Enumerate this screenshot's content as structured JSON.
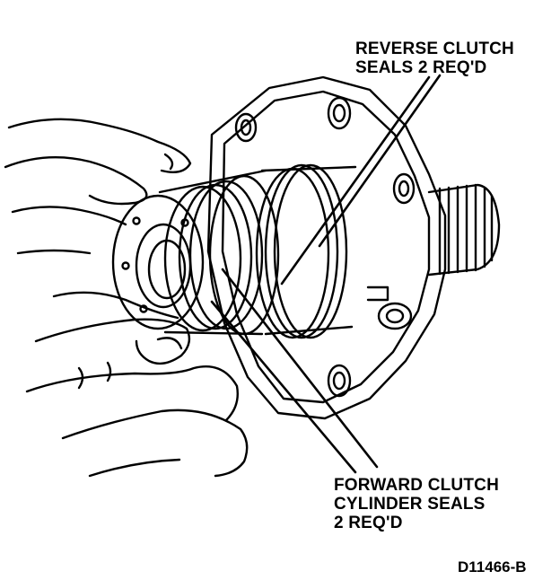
{
  "callouts": {
    "reverse_clutch": {
      "line1": "REVERSE CLUTCH",
      "line2": "SEALS 2 REQ'D"
    },
    "forward_clutch": {
      "line1": "FORWARD CLUTCH",
      "line2": "CYLINDER SEALS",
      "line3": "2 REQ'D"
    }
  },
  "figure_id": "D11466-B",
  "colors": {
    "ink": "#000000",
    "paper": "#ffffff"
  }
}
